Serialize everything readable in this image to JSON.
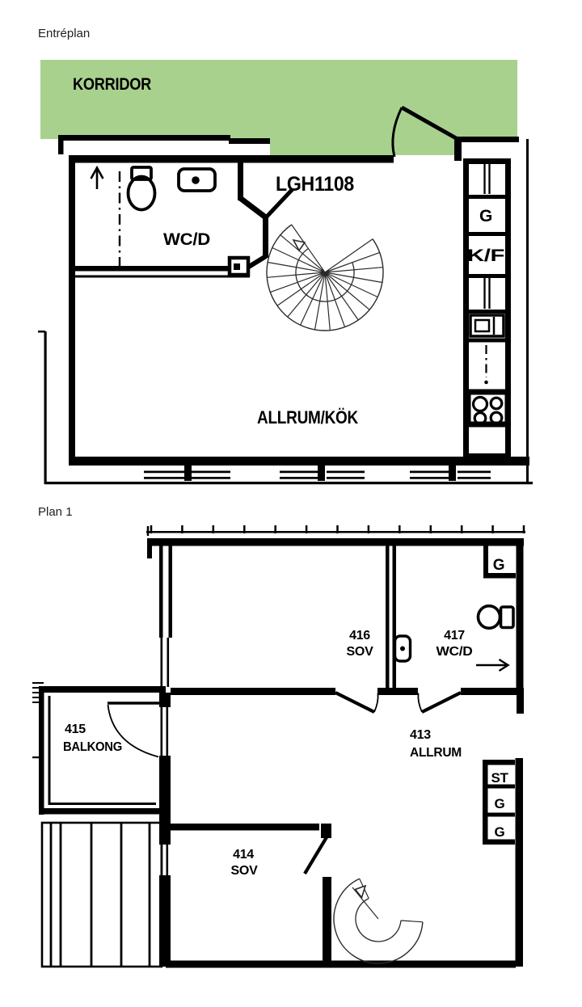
{
  "colors": {
    "corridor": "#a9d18e",
    "line": "#000000"
  },
  "entreplan": {
    "title": "Entréplan",
    "korridor_label": "KORRIDOR",
    "apartment_label": "LGH1108",
    "wc_label": "WC/D",
    "allrum_label": "ALLRUM/KÖK",
    "cabinet_g_label": "G",
    "fridge_label": "K/F"
  },
  "plan1": {
    "title": "Plan 1",
    "room_416": {
      "number": "416",
      "name": "SOV"
    },
    "room_417": {
      "number": "417",
      "name": "WC/D"
    },
    "room_415": {
      "number": "415",
      "name": "BALKONG"
    },
    "room_413": {
      "number": "413",
      "name": "ALLRUM"
    },
    "room_414": {
      "number": "414",
      "name": "SOV"
    },
    "closet_g_label": "G",
    "closets": {
      "st": "ST",
      "g1": "G",
      "g2": "G"
    }
  }
}
